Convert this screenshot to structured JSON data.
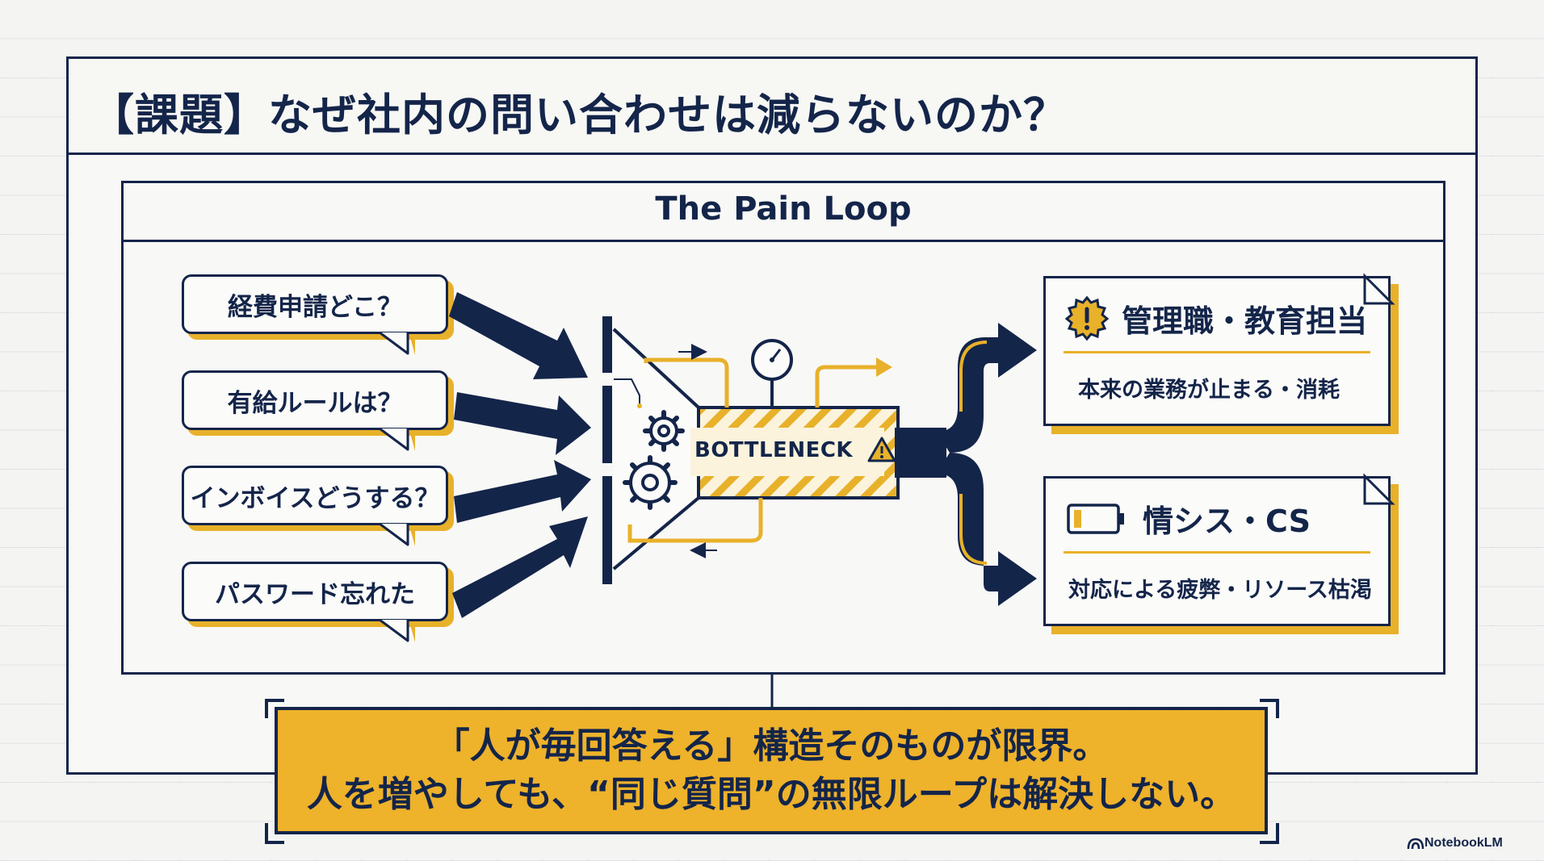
{
  "slide": {
    "title": "【課題】なぜ社内の問い合わせは減らないのか？",
    "panel_title": "The Pain Loop"
  },
  "questions": [
    {
      "label": "経費申請どこ？"
    },
    {
      "label": "有給ルールは？"
    },
    {
      "label": "インボイスどうする？"
    },
    {
      "label": "パスワード忘れた"
    }
  ],
  "bottleneck": {
    "label": "BOTTLENECK"
  },
  "impacts": [
    {
      "icon": "gear-warning-icon",
      "title": "管理職・教育担当",
      "body": "本来の業務が止まる・消耗"
    },
    {
      "icon": "low-battery-icon",
      "title": "情シス・CS",
      "body": "対応による疲弊・リソース枯渇"
    }
  ],
  "conclusion": {
    "line1": "「人が毎回答える」構造そのものが限界。",
    "line2": "人を増やしても、“同じ質問”の無限ループは解決しない。"
  },
  "watermark": {
    "label": "NotebookLM"
  },
  "colors": {
    "navy": "#14254a",
    "gold": "#e8b12a",
    "conclusion_bg": "#eeb22b"
  }
}
